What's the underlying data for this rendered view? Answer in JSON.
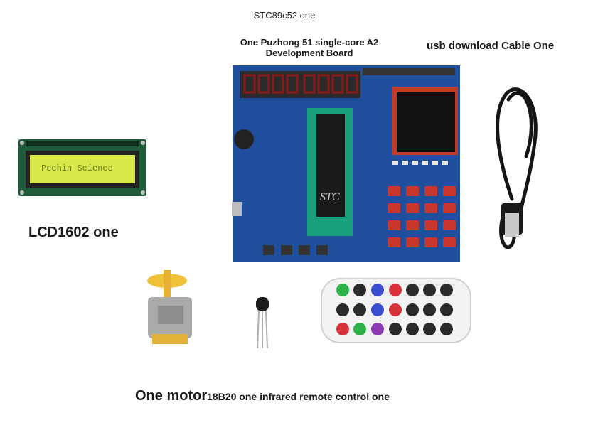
{
  "captions": {
    "chip": "STC89c52 one",
    "board_line1": "One Puzhong 51 single-core A2",
    "board_line2": "Development Board",
    "cable": "usb download Cable One",
    "lcd": "LCD1602 one",
    "motor": "One motor",
    "sensor": "18B20 one",
    "remote": "infrared remote control one"
  },
  "lcd_screen_text": "Pechin Science",
  "chip_logo": "STC",
  "colors": {
    "board": "#1f4e9c",
    "lcd_screen": "#d8e84a",
    "red_button": "#c8372d",
    "chip": "#1a1a1a",
    "socket": "#1aa07a"
  }
}
